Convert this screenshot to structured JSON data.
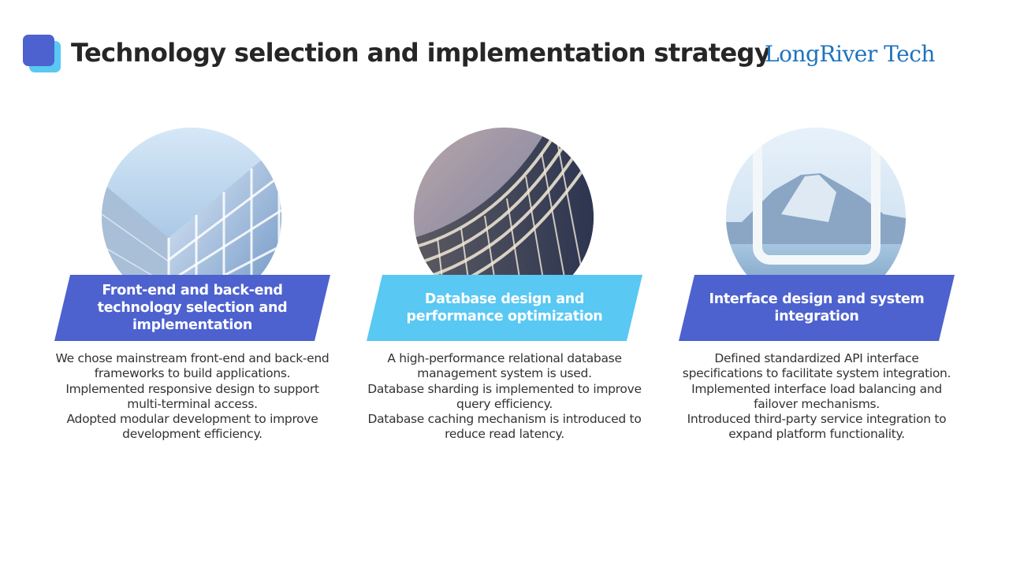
{
  "header": {
    "title": "Technology selection and implementation strategy",
    "brand": "LongRiver Tech"
  },
  "colors": {
    "primary": "#4d62cf",
    "secondary": "#59c8f3",
    "brand_text": "#1e73be"
  },
  "cards": [
    {
      "heading": "Front-end and back-end technology selection and implementation",
      "image": "glass-building-photo",
      "lines": [
        "We chose mainstream front-end and back-end frameworks to build applications.",
        "Implemented responsive design to support multi-terminal access.",
        "Adopted modular development to improve development efficiency."
      ]
    },
    {
      "heading": "Database design and performance optimization",
      "image": "curved-building-photo",
      "lines": [
        "A high-performance relational database management system is used.",
        "Database sharding is implemented to improve query efficiency.",
        "Database caching mechanism is introduced to reduce read latency."
      ]
    },
    {
      "heading": "Interface design and system integration",
      "image": "ice-mountain-photo",
      "lines": [
        "Defined standardized API interface specifications to facilitate system integration.",
        "Implemented interface load balancing and failover mechanisms.",
        "Introduced third-party service integration to expand platform functionality."
      ]
    }
  ]
}
